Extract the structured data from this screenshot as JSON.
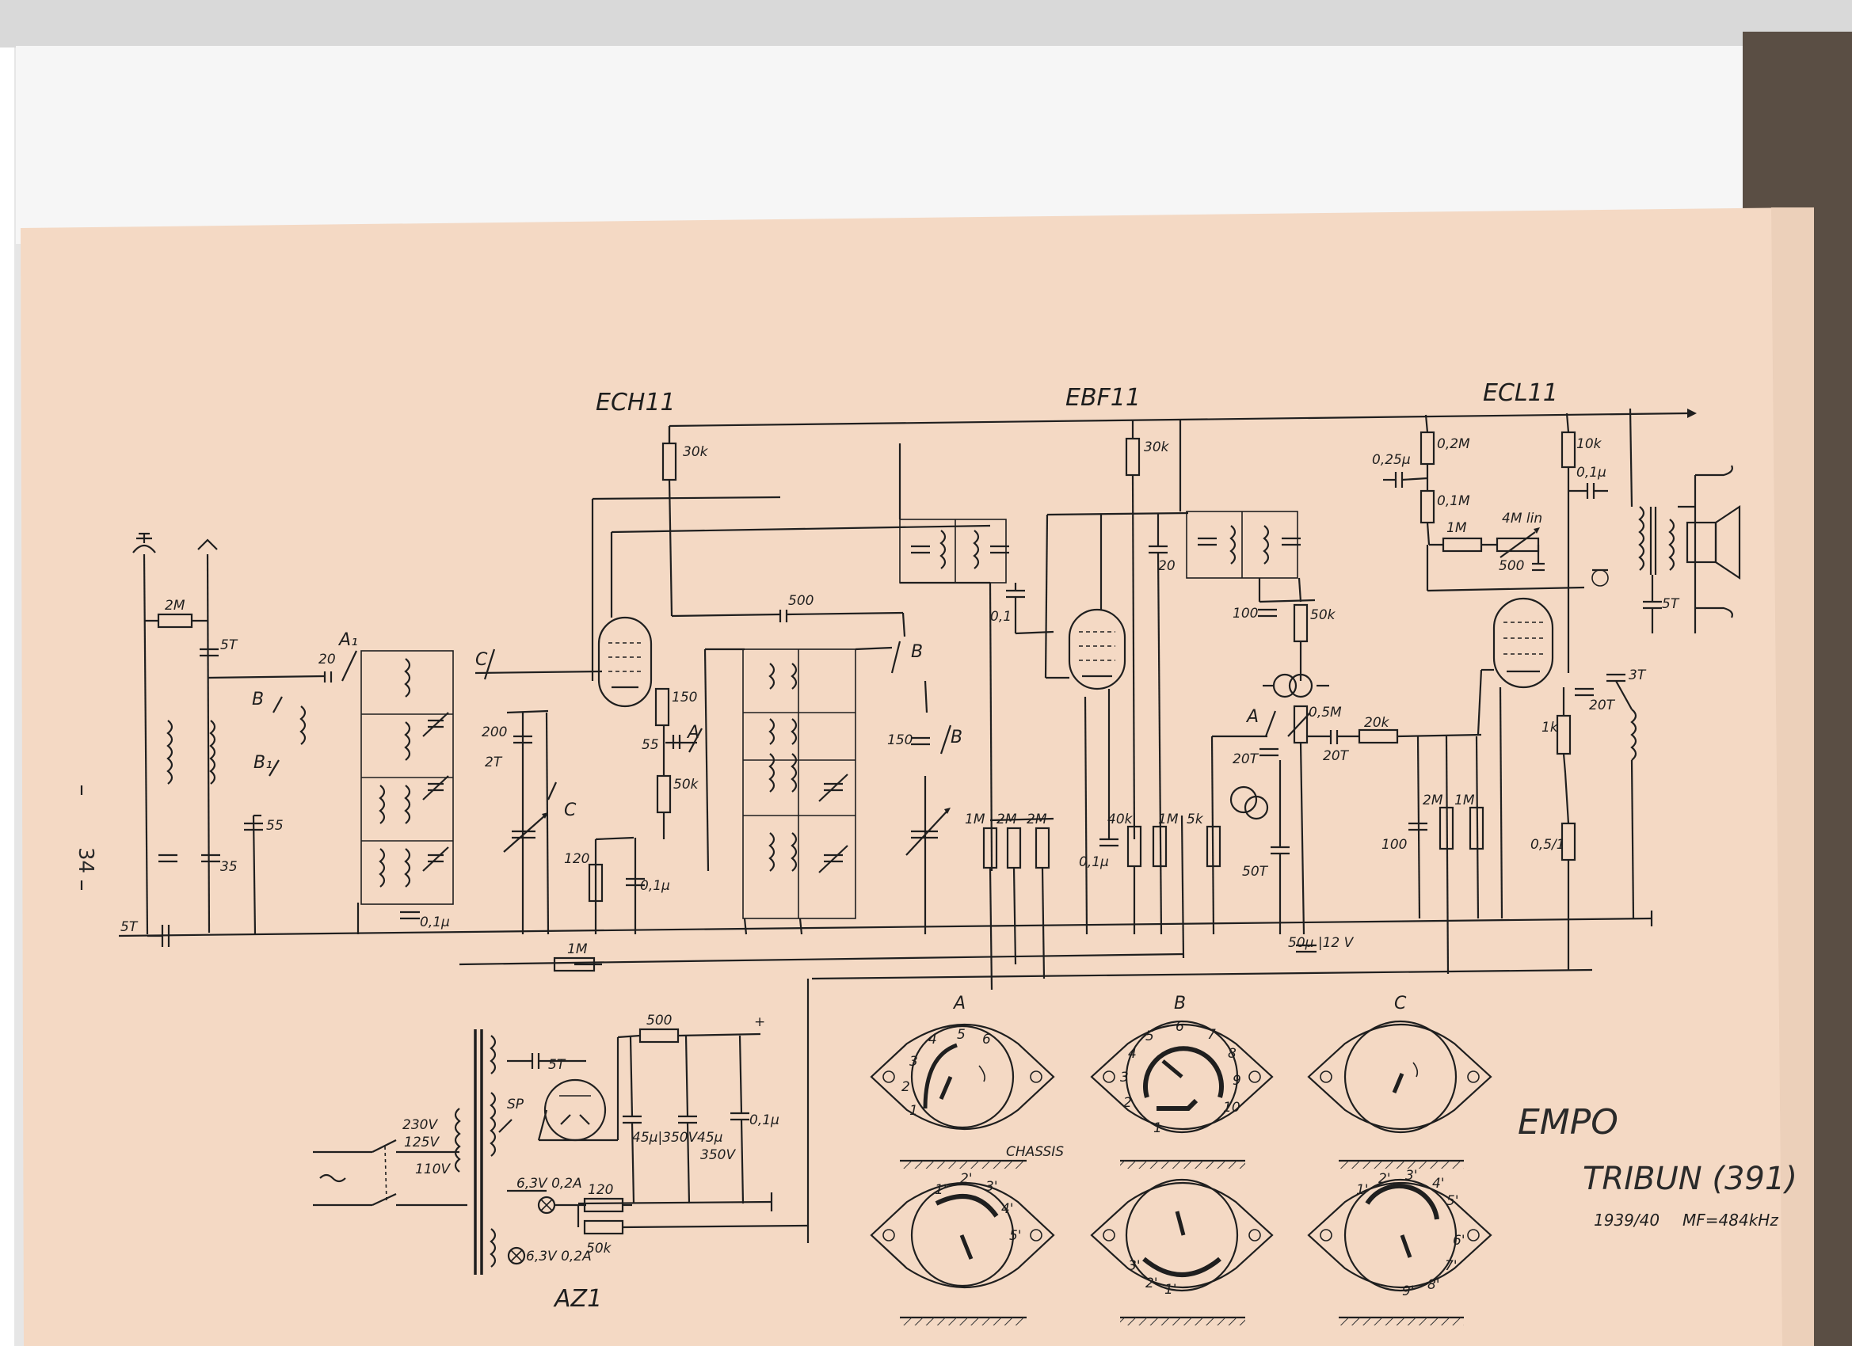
{
  "page": {
    "number": "34",
    "paper_color": "#f4d9c4",
    "ink_color": "#1f1f1f",
    "backdrop_color": "#e8e8e8"
  },
  "tubes": {
    "ech11": "ECH11",
    "ebf11": "EBF11",
    "ecl11": "ECL11",
    "az1": "AZ1"
  },
  "title_block": {
    "brand": "EMPO",
    "model": "TRIBUN (391)",
    "year": "1939/40",
    "mf": "MF=484kHz"
  },
  "switch_positions": {
    "a": "A",
    "b": "B",
    "c": "C",
    "a1": "A₁",
    "b1": "B₁",
    "chassis": "CHASSIS"
  },
  "components": {
    "r_2m_ant": "2M",
    "c_5t_ant": "5T",
    "c_20": "20",
    "c_55": "55",
    "c_35": "35",
    "c_5t_gnd": "5T",
    "c_0_1u_osc": "0,1µ",
    "c_200": "200",
    "c_27": "2T",
    "r_120_cath": "120",
    "c_0_1u_cath": "0,1µ",
    "r_30k_ech": "30k",
    "c_500": "500",
    "r_150": "150",
    "c_55_osc": "55",
    "r_50k_osc": "50k",
    "c_150": "150",
    "r_1m_agc": "1M",
    "c_0_1_if": "0,1",
    "r_1m_a": "1M",
    "r_2m_a": "2M",
    "r_2m_b": "2M",
    "r_30k_ebf": "30k",
    "c_20_ebf": "20",
    "r_40k": "40k",
    "c_0_1u_ebf": "0,1µ",
    "r_1m_ebf": "1M",
    "c_100_det": "100",
    "r_50k_det": "50k",
    "c_20t": "20T",
    "r_0_5m": "0,5M",
    "r_20k": "20k",
    "c_20t_b": "20T",
    "r_5k": "5k",
    "c_50t": "50T",
    "c_100_ecl": "100",
    "r_2m_ecl": "2M",
    "r_1m_ecl": "1M",
    "c_50u": "50µ |12 V",
    "c_0_25u": "0,25µ",
    "r_0_2m": "0,2M",
    "r_0_1m": "0,1M",
    "r_1m_tone": "1M",
    "r_4m_lin": "4M lin",
    "c_500_ecl": "500",
    "r_10k": "10k",
    "c_0_1u_ecl": "0,1µ",
    "r_1k": "1k",
    "c_20t_ecl": "20T",
    "c_3t": "3T",
    "r_0_5_1": "0,5/1",
    "c_5t_spk": "5T",
    "ps_5t": "5T",
    "ps_500": "500",
    "ps_45u_350v": "45µ|350V",
    "ps_45u": "45µ",
    "ps_350v": "350V",
    "ps_0_1u": "0,1µ",
    "ps_230v": "230V",
    "ps_125v": "125V",
    "ps_110v": "110V",
    "ps_sp": "SP",
    "ps_63v_a": "6,3V 0,2A",
    "ps_63v_b": "6,3V 0,2A",
    "ps_120": "120",
    "ps_50k": "50k",
    "ps_plus": "+"
  },
  "wafer_pins": {
    "a_top": [
      "1",
      "2",
      "3",
      "4",
      "5",
      "6"
    ],
    "b_top": [
      "1",
      "2",
      "3",
      "4",
      "5",
      "6",
      "7",
      "8",
      "9",
      "10"
    ],
    "a_bot": [
      "1'",
      "2'",
      "3'",
      "4'",
      "5'"
    ],
    "b_bot": [
      "1'",
      "2'",
      "3'"
    ],
    "c_bot": [
      "1'",
      "2'",
      "3'",
      "4'",
      "5'",
      "6'",
      "7'",
      "8'",
      "9'"
    ]
  }
}
